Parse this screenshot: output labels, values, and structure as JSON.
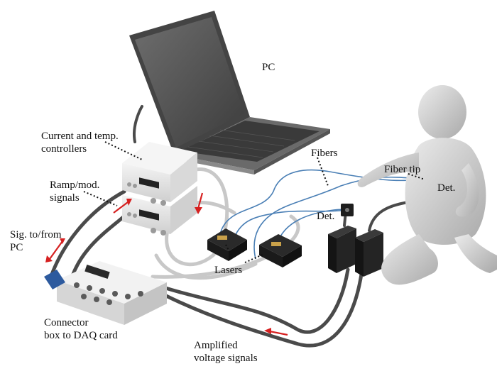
{
  "labels": {
    "pc": "PC",
    "controllers": [
      "Current and temp.",
      "controllers"
    ],
    "ramp": [
      "Ramp/mod.",
      "signals"
    ],
    "sig": [
      "Sig. to/from",
      "PC"
    ],
    "connector": [
      "Connector",
      "box to DAQ card"
    ],
    "amplified": [
      "Amplified",
      "voltage signals"
    ],
    "lasers": "Lasers",
    "fibers": "Fibers",
    "fiber_tip": "Fiber tip",
    "det_left": "Det.",
    "det_right": "Det."
  },
  "colors": {
    "cable_dark": "#4a4a4a",
    "cable_light": "#c8c8c8",
    "fiber": "#4a7fb5",
    "arrow": "#d62020",
    "device_body": "#e4e4e4",
    "laptop_screen": "#5a5a5a",
    "figure": "#d8d8d8"
  },
  "icons": [
    "laptop-icon",
    "controller-stack-icon",
    "connector-box-icon",
    "laser-icon",
    "detector-icon",
    "amplifier-icon",
    "patient-figure-icon"
  ]
}
